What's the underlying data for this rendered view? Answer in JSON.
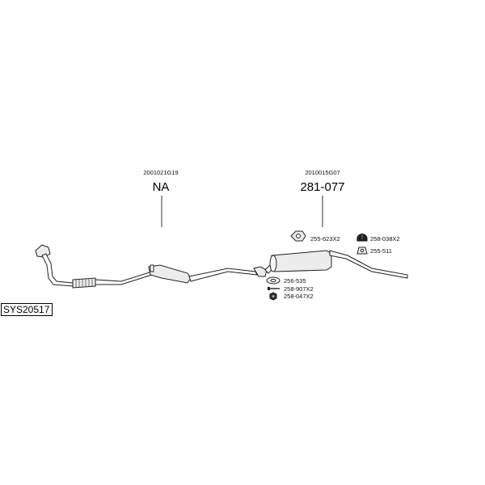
{
  "diagram_code": "SYS20517",
  "front_section": {
    "code": "2001021G19",
    "label": "NA"
  },
  "rear_section": {
    "code": "2010015G07",
    "label": "281-077"
  },
  "parts": [
    {
      "label": "255-623X2",
      "icon": "rubber-hanger-icon"
    },
    {
      "label": "258-038X2",
      "icon": "rubber-mount-icon"
    },
    {
      "label": "255-511",
      "icon": "mounting-bracket-icon"
    },
    {
      "label": "256-535",
      "icon": "gasket-icon"
    },
    {
      "label": "258-907X2",
      "icon": "bolt-icon"
    },
    {
      "label": "258-047X2",
      "icon": "nut-icon"
    }
  ]
}
